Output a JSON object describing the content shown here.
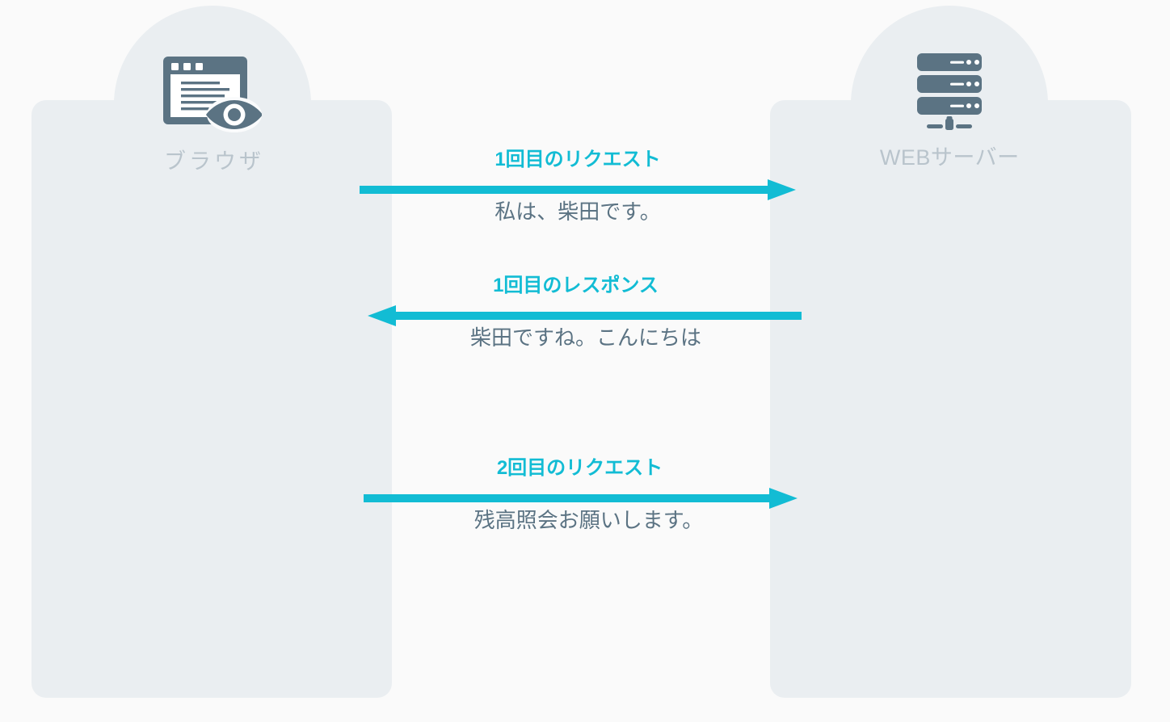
{
  "diagram": {
    "type": "sequence-diagram",
    "accent_color": "#12bcd4",
    "lane_color": "#eaeef1",
    "background_color": "#fafafa",
    "icon_color": "#5b7383",
    "actor_label_color": "#b9c4cc",
    "body_text_color": "#5b7383"
  },
  "actors": [
    {
      "id": "browser",
      "label": "ブラウザ",
      "icon": "browser-window-eye-icon"
    },
    {
      "id": "server",
      "label": "WEBサーバー",
      "icon": "server-rack-icon"
    }
  ],
  "messages": [
    {
      "id": "msg-1",
      "title": "1回目のリクエスト",
      "body": "私は、柴田です。",
      "direction": "right",
      "from": "browser",
      "to": "server"
    },
    {
      "id": "msg-2",
      "title": "1回目のレスポンス",
      "body": "柴田ですね。こんにちは",
      "direction": "left",
      "from": "server",
      "to": "browser"
    },
    {
      "id": "msg-3",
      "title": "2回目のリクエスト",
      "body": "残高照会お願いします。",
      "direction": "right",
      "from": "browser",
      "to": "server"
    }
  ]
}
